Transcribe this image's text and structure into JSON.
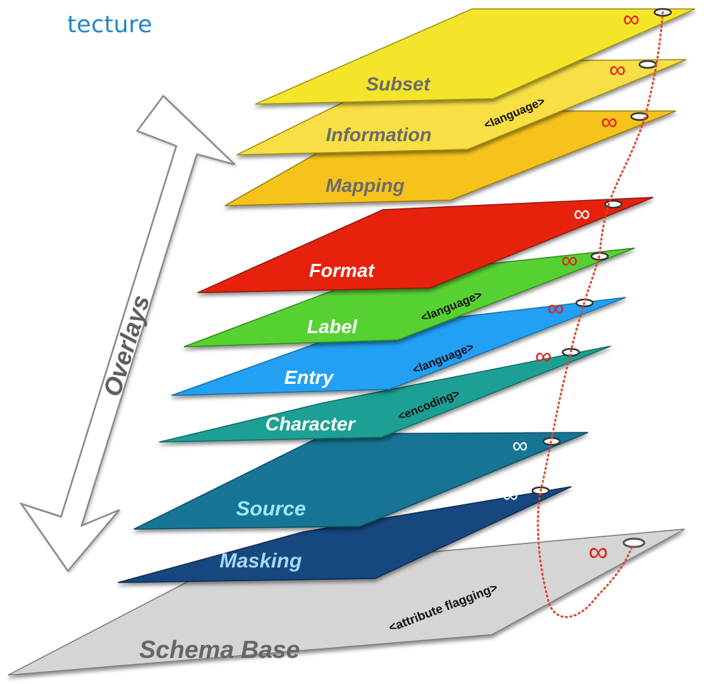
{
  "title": "tecture",
  "overlays_label": "Overlays",
  "colors": {
    "title": "#1f87c9",
    "link_dots": "#e0452e",
    "infinity": "#e3201b"
  },
  "layers": [
    {
      "key": "subset",
      "name": "Subset",
      "tag": "",
      "fill": "#f5e52b",
      "text_color": "#6b6b6b",
      "has_link": true
    },
    {
      "key": "information",
      "name": "Information",
      "tag": "<language>",
      "fill": "#f8df45",
      "text_color": "#6b6b6b",
      "has_link": true
    },
    {
      "key": "mapping",
      "name": "Mapping",
      "tag": "",
      "fill": "#f6c31c",
      "text_color": "#6b6b6b",
      "has_link": true
    },
    {
      "key": "format",
      "name": "Format",
      "tag": "",
      "fill": "#e6220f",
      "text_color": "#ffffff",
      "has_link": true
    },
    {
      "key": "label",
      "name": "Label",
      "tag": "<language>",
      "fill": "#56d132",
      "text_color": "#ffffff",
      "has_link": true
    },
    {
      "key": "entry",
      "name": "Entry",
      "tag": "<language>",
      "fill": "#23a0f4",
      "text_color": "#ffffff",
      "has_link": true
    },
    {
      "key": "character",
      "name": "Character",
      "tag": "<encoding>",
      "fill": "#1ea094",
      "text_color": "#ffffff",
      "has_link": true
    },
    {
      "key": "source",
      "name": "Source",
      "tag": "",
      "fill": "#167594",
      "text_color": "#9fe7ff",
      "has_link": true
    },
    {
      "key": "masking",
      "name": "Masking",
      "tag": "",
      "fill": "#12477f",
      "text_color": "#a6d8f5",
      "has_link": true
    },
    {
      "key": "schema-base",
      "name": "Schema Base",
      "tag": "<attribute flagging>",
      "fill": "#d5d5d5",
      "text_color": "#666666",
      "has_link": true
    }
  ]
}
